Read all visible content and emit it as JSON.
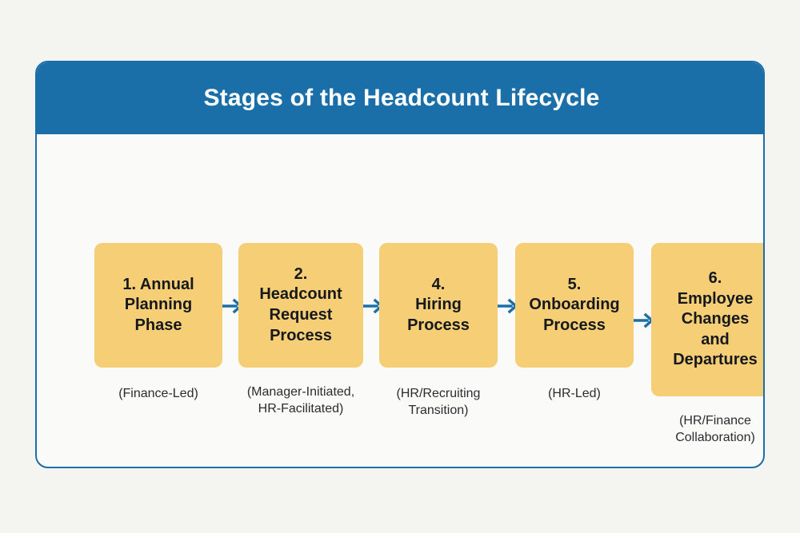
{
  "page": {
    "background_color": "#f4f4f0",
    "card_background_color": "#fafaf8",
    "accent_color": "#1b6fa8",
    "box_color": "#f5ce76",
    "arrow_color": "#1b6fa8"
  },
  "header": {
    "title": "Stages of the Headcount Lifecycle"
  },
  "stages": [
    {
      "number": "1.",
      "label": "1. Annual\nPlanning\nPhase",
      "caption": "(Finance-Led)"
    },
    {
      "number": "2.",
      "label": "2.\nHeadcount\nRequest\nProcess",
      "caption": "(Manager-Initiated,\nHR-Facilitated)"
    },
    {
      "number": "4.",
      "label": "4.\nHiring\nProcess",
      "caption": "(HR/Recruiting\nTransition)"
    },
    {
      "number": "5.",
      "label": "5.\nOnboarding\nProcess",
      "caption": "(HR-Led)"
    },
    {
      "number": "6.",
      "label": "6.\nEmployee\nChanges\nand\nDepartures",
      "caption": "(HR/Finance\nCollaboration)"
    }
  ],
  "connectors": [
    {
      "icon": "arrow-right-icon"
    },
    {
      "icon": "arrow-right-icon"
    },
    {
      "icon": "arrow-right-icon"
    },
    {
      "icon": "arrow-right-icon"
    }
  ]
}
